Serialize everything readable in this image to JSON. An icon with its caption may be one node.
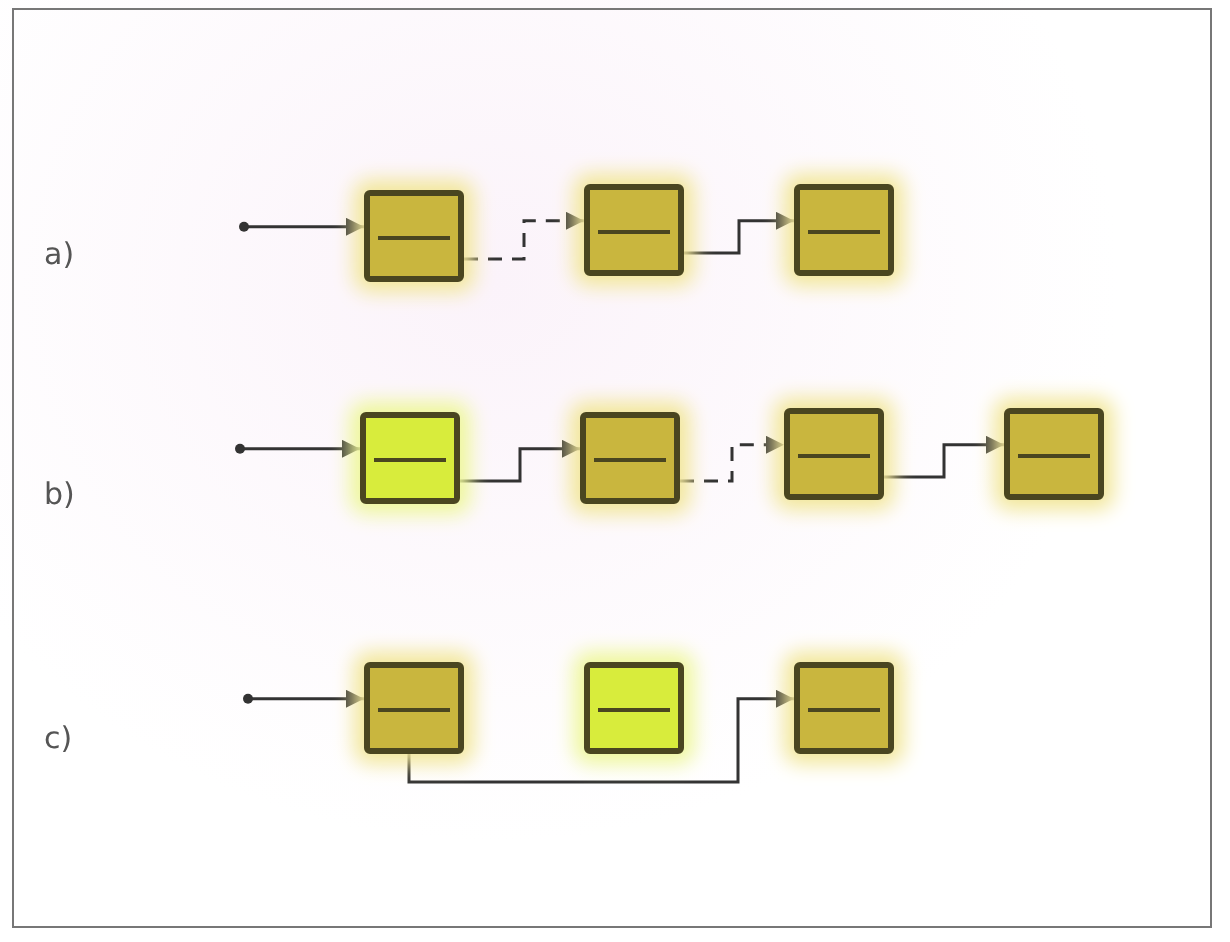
{
  "diagram": {
    "nodes": [
      {
        "text": [],
        "shape": "box"
      },
      {
        "text": [],
        "shape": "box"
      },
      {
        "text": [],
        "shape": "box"
      },
      {
        "text": [],
        "shape": "box"
      },
      {
        "text": [],
        "shape": "box"
      },
      {
        "text": [],
        "shape": "box"
      },
      {
        "text": [],
        "shape": "box"
      },
      {
        "text": [],
        "shape": "box"
      },
      {
        "text": [],
        "shape": "box"
      },
      {
        "text": [],
        "shape": "box"
      }
    ],
    "edges": [
      {
        "from": null,
        "to": 0,
        "arrow": "to"
      },
      {
        "from": 0,
        "to": 1,
        "arrow": "to",
        "style": "dashed"
      },
      {
        "from": 1,
        "to": 2,
        "arrow": "to"
      },
      {
        "from": null,
        "to": 3,
        "arrow": "to"
      },
      {
        "from": 3,
        "to": 4,
        "arrow": "to"
      },
      {
        "from": 4,
        "to": 5,
        "arrow": "to",
        "style": "dashed"
      },
      {
        "from": 5,
        "to": 6,
        "arrow": "to"
      },
      {
        "from": null,
        "to": 7,
        "arrow": "to"
      },
      {
        "from": 7,
        "to": 9,
        "arrow": "to"
      }
    ],
    "labels": [
      "a)",
      "b)",
      "c)"
    ]
  }
}
